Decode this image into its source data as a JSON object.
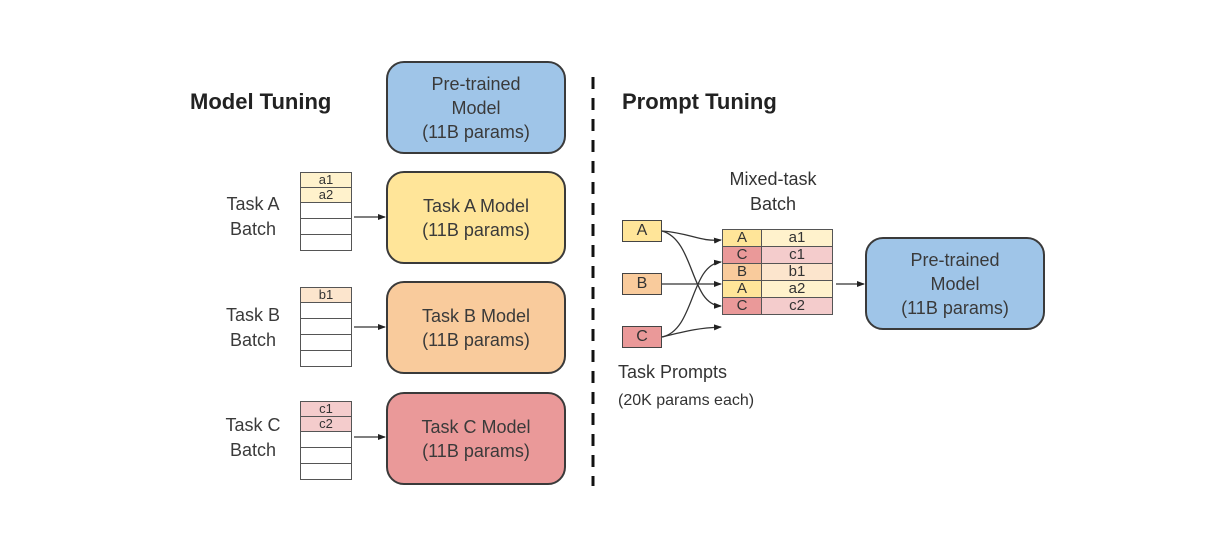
{
  "colors": {
    "blue": "#9fc5e8",
    "yellow": "#ffe599",
    "orange": "#f9cb9c",
    "red": "#ea9999",
    "light_yellow": "#fff2cc",
    "light_orange": "#fce5cd",
    "light_red": "#f4cccc"
  },
  "model_tuning": {
    "title": "Model Tuning",
    "pretrained": {
      "line1": "Pre-trained",
      "line2": "Model",
      "line3": "(11B params)"
    },
    "tasks": [
      {
        "label_line1": "Task A",
        "label_line2": "Batch",
        "cells": [
          "a1",
          "a2",
          "",
          "",
          ""
        ],
        "model_line1": "Task A Model",
        "model_line2": "(11B params)"
      },
      {
        "label_line1": "Task B",
        "label_line2": "Batch",
        "cells": [
          "b1",
          "",
          "",
          "",
          ""
        ],
        "model_line1": "Task B Model",
        "model_line2": "(11B params)"
      },
      {
        "label_line1": "Task C",
        "label_line2": "Batch",
        "cells": [
          "c1",
          "c2",
          "",
          "",
          ""
        ],
        "model_line1": "Task C Model",
        "model_line2": "(11B params)"
      }
    ]
  },
  "prompt_tuning": {
    "title": "Prompt Tuning",
    "mixed_batch_title_line1": "Mixed-task",
    "mixed_batch_title_line2": "Batch",
    "prompts": [
      "A",
      "B",
      "C"
    ],
    "mixed_rows": [
      {
        "tag": "A",
        "item": "a1"
      },
      {
        "tag": "C",
        "item": "c1"
      },
      {
        "tag": "B",
        "item": "b1"
      },
      {
        "tag": "A",
        "item": "a2"
      },
      {
        "tag": "C",
        "item": "c2"
      }
    ],
    "task_prompts_label": "Task Prompts",
    "task_prompts_sub": "(20K params each)",
    "pretrained": {
      "line1": "Pre-trained",
      "line2": "Model",
      "line3": "(11B params)"
    }
  }
}
